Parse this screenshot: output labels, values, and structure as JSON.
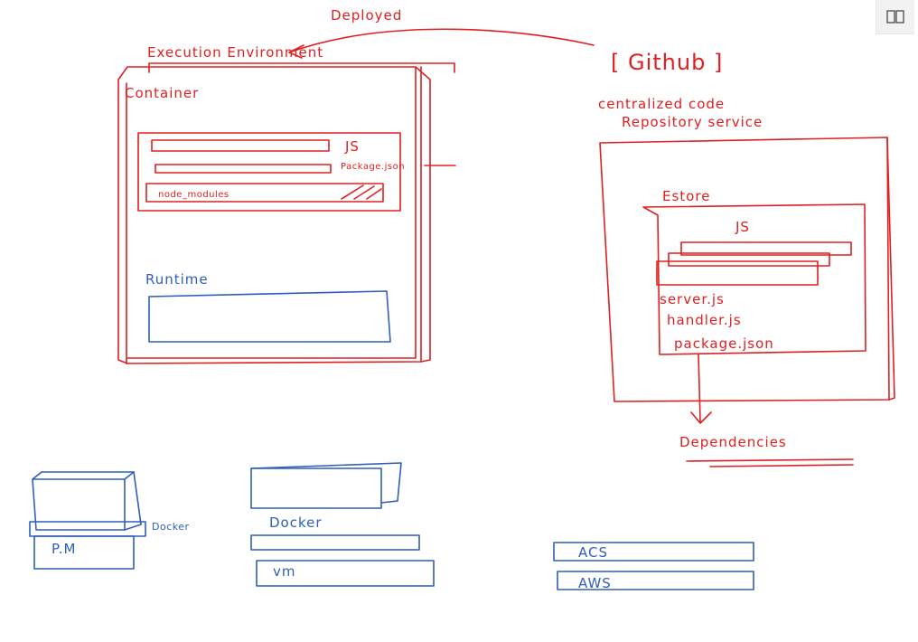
{
  "colors": {
    "red_ink": "#e02020",
    "blue_ink": "#2f5fb8",
    "background": "#ffffff"
  },
  "toolbar": {
    "icon": "book-open-icon"
  },
  "notes": {
    "deployed": "Deployed",
    "execution_environment": "Execution Environment",
    "github": "[ Github ]",
    "centralized_line1": "centralized code",
    "centralized_line2": "Repository service",
    "container": "Container",
    "js": "JS",
    "package_json": "Package.json",
    "node_modules": "node_modules",
    "runtime": "Runtime",
    "estore": "Estore",
    "estore_js": "JS",
    "server_js": "server.js",
    "handler_js": "handler.js",
    "estore_package_json": "package.json",
    "dependencies": "Dependencies",
    "docker_1": "Docker",
    "pm": "P.M",
    "docker_2": "Docker",
    "vm": "vm",
    "acs": "ACS",
    "aws": "AWS"
  }
}
